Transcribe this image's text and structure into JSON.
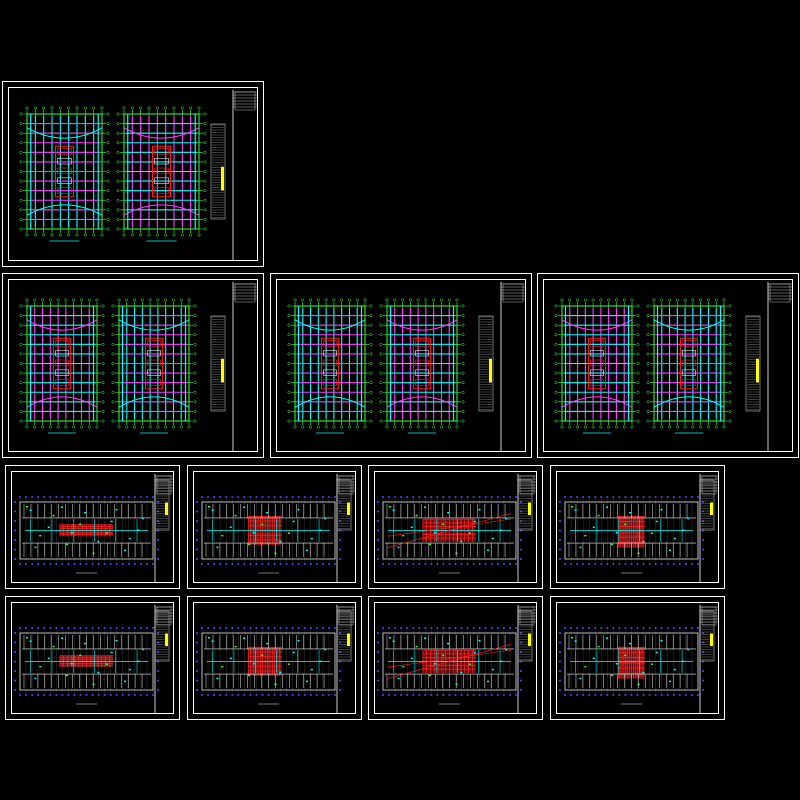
{
  "canvas": {
    "background": "#000000"
  },
  "colors": {
    "frame": "#ffffff",
    "grid_green": "#3cff3c",
    "beam_cyan": "#00ffff",
    "beam_magenta": "#ff3cff",
    "core_red": "#ff2020",
    "note_yellow": "#ffff00",
    "detail_white": "#e8e8e8",
    "axis_blue": "#4a4aff"
  },
  "sheets": [
    {
      "id": "plan-1",
      "kind": "tower-pair"
    },
    {
      "id": "plan-2",
      "kind": "tower-pair"
    },
    {
      "id": "plan-3",
      "kind": "tower-pair"
    },
    {
      "id": "plan-4",
      "kind": "tower-pair"
    },
    {
      "id": "floor-1",
      "kind": "slab"
    },
    {
      "id": "floor-2",
      "kind": "slab"
    },
    {
      "id": "floor-3",
      "kind": "slab"
    },
    {
      "id": "floor-4",
      "kind": "slab"
    },
    {
      "id": "floor-5",
      "kind": "slab"
    },
    {
      "id": "floor-6",
      "kind": "slab"
    },
    {
      "id": "floor-7",
      "kind": "slab"
    },
    {
      "id": "floor-8",
      "kind": "slab"
    }
  ]
}
